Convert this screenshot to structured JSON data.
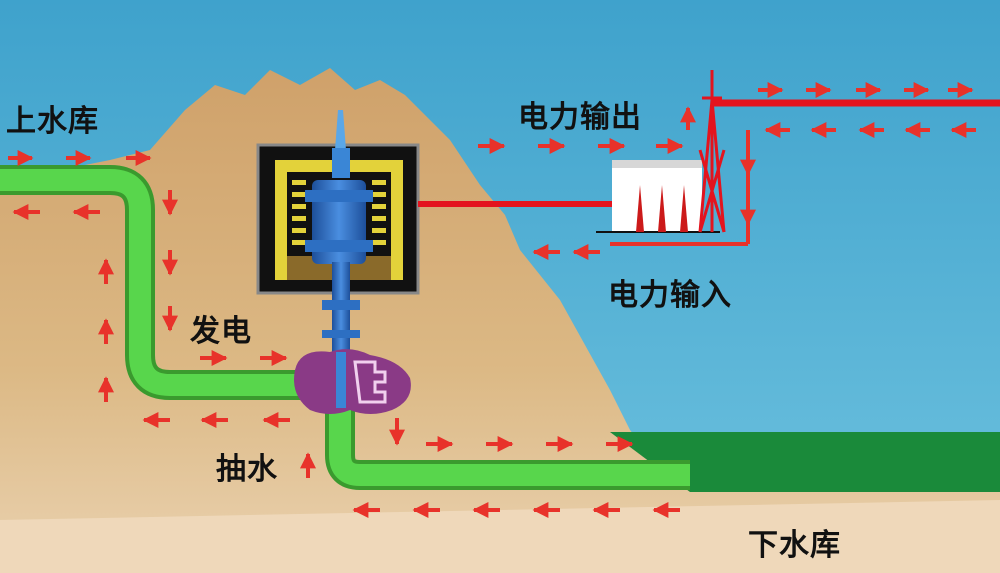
{
  "labels": {
    "upper_reservoir": "上水库",
    "lower_reservoir": "下水库",
    "power_output": "电力输出",
    "power_input": "电力输入",
    "generate": "发电",
    "pump": "抽水"
  },
  "colors": {
    "sky": "#4aa9cf",
    "mountain": "#d8b078",
    "ground": "#efd8ba",
    "pipe": "#4fd24a",
    "lower_water": "#1a8a3a",
    "flow_arrow": "#e8322a",
    "power_line": "#e3141e",
    "turbine": "#8a3a86",
    "generator": "#2b66b8"
  },
  "icons": [
    "arrow-icon",
    "transmission-tower-icon",
    "generator-icon",
    "turbine-icon",
    "substation-icon"
  ]
}
